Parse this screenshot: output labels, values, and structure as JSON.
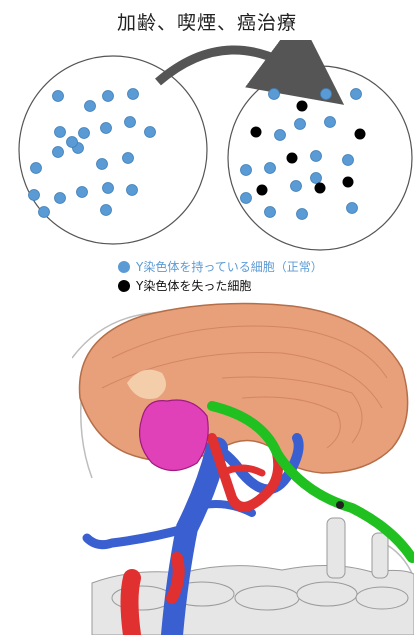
{
  "title": "加齢、喫煙、癌治療",
  "colors": {
    "normal_cell": "#5b9bd5",
    "lost_cell": "#000000",
    "circle_stroke": "#555555",
    "arrow": "#555555",
    "brain_cortex": "#e8a07a",
    "pink_structure": "#e040b8",
    "red_vessels": "#e03030",
    "blue_vessels": "#3a5fd0",
    "green_tract": "#20c020"
  },
  "legend": {
    "normal_label": "Y染色体を持っている細胞（正常）",
    "lost_label": "Y染色体を失った細胞"
  },
  "left_circle": {
    "normal_cells": 22,
    "lost_cells": 0
  },
  "right_circle": {
    "normal_cells": 16,
    "lost_cells": 7
  }
}
